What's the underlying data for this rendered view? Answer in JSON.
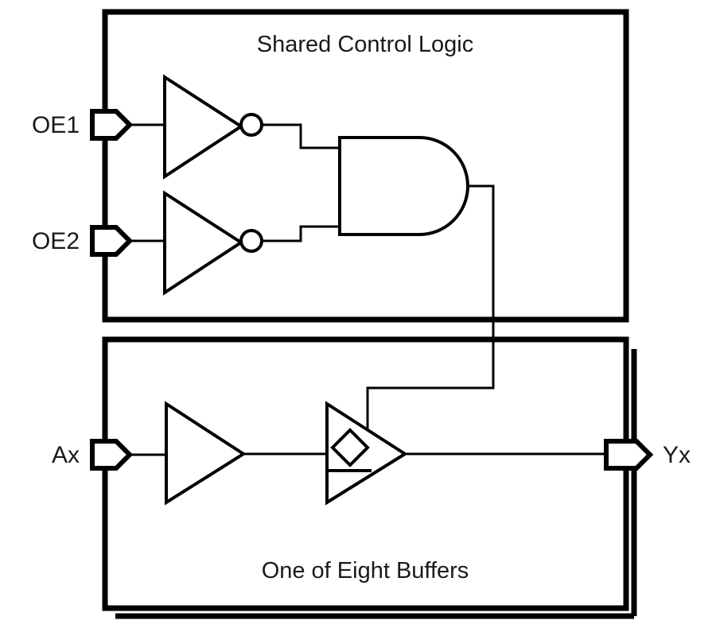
{
  "diagram": {
    "title_top": "Shared Control Logic",
    "title_bottom": "One of Eight Buffers",
    "ports": {
      "oe1": "OE1",
      "oe2": "OE2",
      "ax": "Ax",
      "yx": "Yx"
    },
    "colors": {
      "stroke": "#000000",
      "fill": "#ffffff",
      "text": "#1a1a1a"
    },
    "blocks": [
      {
        "name": "shared-control-logic-block",
        "label": "Shared Control Logic",
        "inputs": [
          "OE1",
          "OE2"
        ],
        "gates": [
          "inverter",
          "inverter",
          "and-gate"
        ]
      },
      {
        "name": "one-of-eight-buffers-block",
        "label": "One of Eight Buffers",
        "inputs": [
          "Ax"
        ],
        "outputs": [
          "Yx"
        ],
        "gates": [
          "buffer",
          "tristate-buffer"
        ]
      }
    ],
    "icon_names": {
      "inverter_1": "inverter-gate-icon",
      "inverter_2": "inverter-gate-icon",
      "and_gate": "and-gate-icon",
      "buffer": "buffer-gate-icon",
      "tristate": "tristate-buffer-icon",
      "diamond": "three-state-diamond-icon",
      "input_pin": "input-pin-icon",
      "output_pin": "output-pin-icon"
    }
  }
}
